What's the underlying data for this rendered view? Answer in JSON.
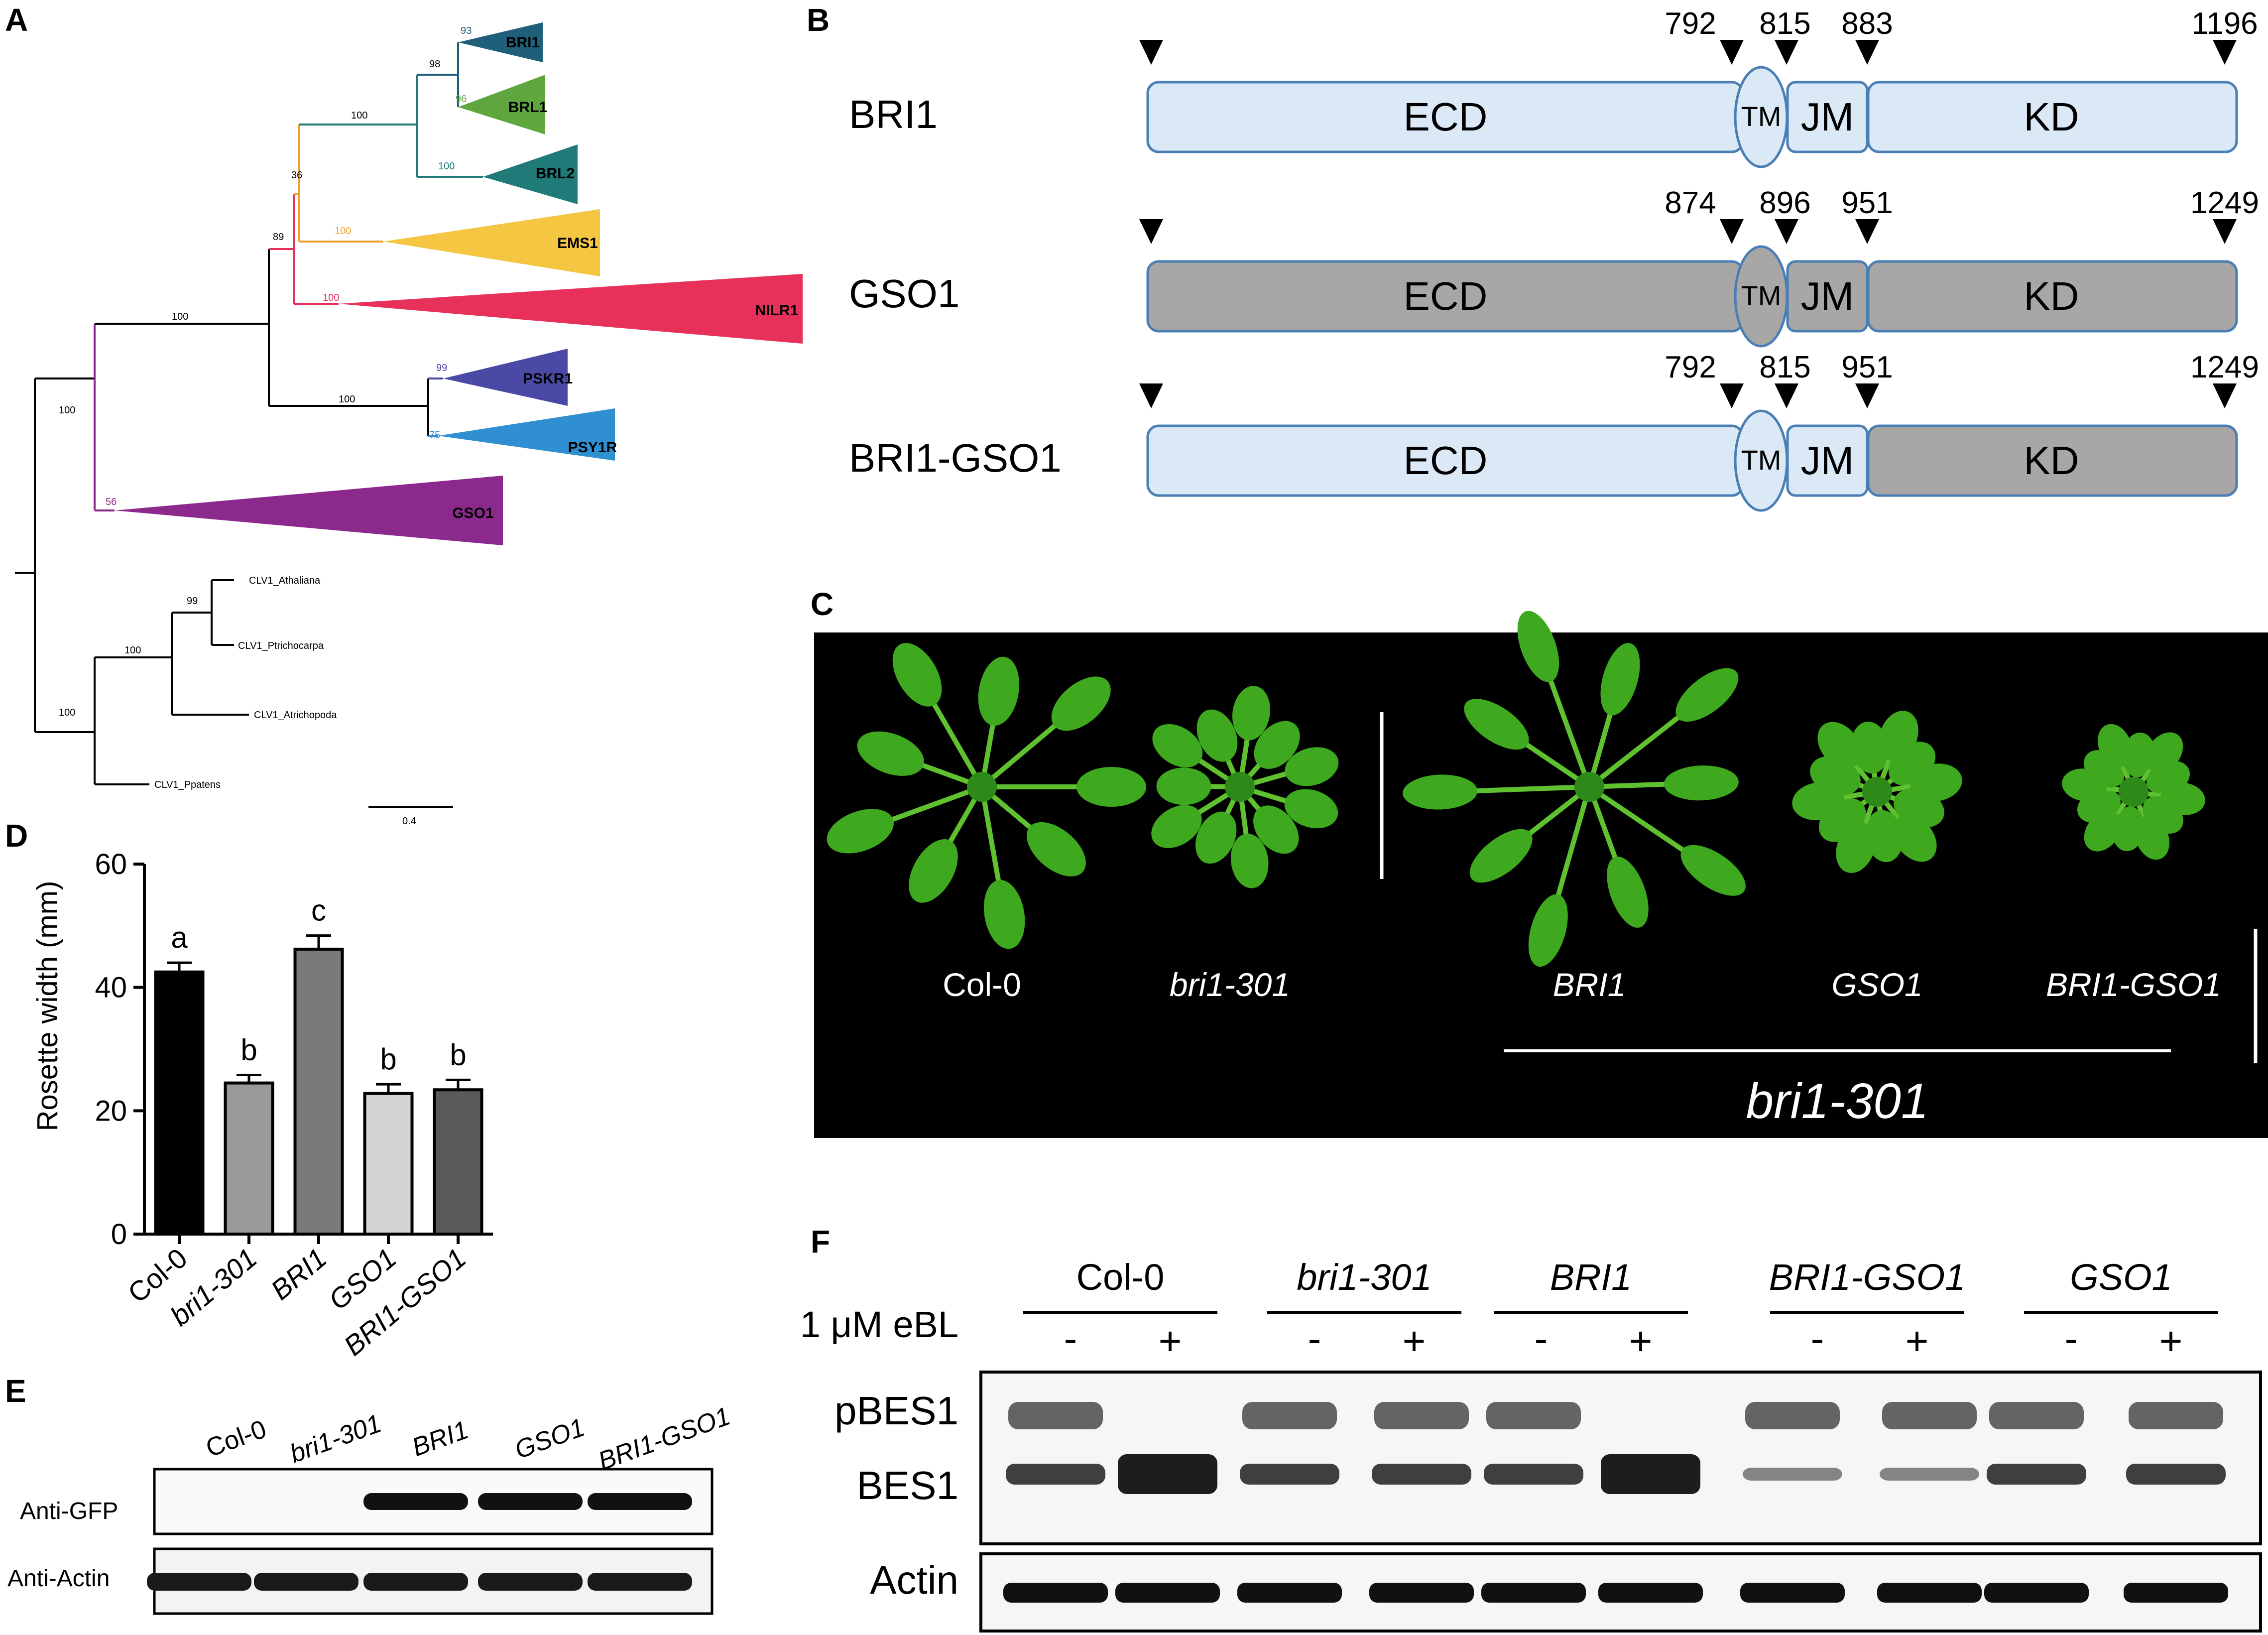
{
  "panels": {
    "a": "A",
    "b": "B",
    "c": "C",
    "d": "D",
    "e": "E",
    "f": "F"
  },
  "tree": {
    "clades": [
      {
        "name": "BRI1",
        "color": "#1f5f7a"
      },
      {
        "name": "BRL1",
        "color": "#5fa63f"
      },
      {
        "name": "BRL2",
        "color": "#1f7a78"
      },
      {
        "name": "EMS1",
        "color": "#f5c642"
      },
      {
        "name": "NILR1",
        "color": "#e8315a"
      },
      {
        "name": "PSKR1",
        "color": "#4a4aa6"
      },
      {
        "name": "PSY1R",
        "color": "#2f8fd0"
      },
      {
        "name": "GSO1",
        "color": "#8b2a8c"
      }
    ],
    "leaves": [
      "CLV1_Athaliana",
      "CLV1_Ptrichocarpa",
      "CLV1_Atrichopoda",
      "CLV1_Ppatens"
    ],
    "bootstrap": {
      "bri1": "93",
      "brl1": "96",
      "bri1_brl1": "98",
      "brl2": "100",
      "bri_group": "100",
      "ems1": "100",
      "ems_node": "36",
      "nilr1": "100",
      "nilr_node": "89",
      "psk_node": "100",
      "pskr1": "99",
      "psy1r": "75",
      "core": "100",
      "gso1": "56",
      "root": "100",
      "clv_ath_ptri": "99",
      "clv_atri": "100",
      "clv_pp": "100"
    },
    "scale_label": "0.4"
  },
  "domains": {
    "rows": [
      {
        "name": "BRI1",
        "ecd_color": "#dbe9f7",
        "tm_color": "#dbe9f7",
        "jm_color": "#dbe9f7",
        "kd_color": "#dbe9f7",
        "pos": [
          "792",
          "815",
          "883",
          "1196"
        ]
      },
      {
        "name": "GSO1",
        "ecd_color": "#a9a6a6",
        "tm_color": "#a9a6a6",
        "jm_color": "#a9a6a6",
        "kd_color": "#a9a6a6",
        "pos": [
          "874",
          "896",
          "951",
          "1249"
        ]
      },
      {
        "name": "BRI1-GSO1",
        "ecd_color": "#dbe9f7",
        "tm_color": "#dbe9f7",
        "jm_color": "#dbe9f7",
        "kd_color": "#a9a6a6",
        "pos": [
          "792",
          "815",
          "951",
          "1249"
        ]
      }
    ],
    "labels": {
      "ecd": "ECD",
      "tm": "TM",
      "jm": "JM",
      "kd": "KD"
    }
  },
  "photo": {
    "labels": [
      "Col-0",
      "bri1-301",
      "BRI1",
      "GSO1",
      "BRI1-GSO1"
    ],
    "group_label": "bri1-301"
  },
  "chart_data": {
    "type": "bar",
    "categories": [
      "Col-0",
      "bri1-301",
      "BRI1",
      "GSO1",
      "BRI1-GSO1"
    ],
    "values": [
      42.5,
      24.5,
      46.2,
      22.8,
      23.4
    ],
    "errors": [
      1.5,
      1.3,
      2.2,
      1.5,
      1.6
    ],
    "letters": [
      "a",
      "b",
      "c",
      "b",
      "b"
    ],
    "colors": [
      "#000000",
      "#9a9a9a",
      "#7a7a7a",
      "#d3d3d3",
      "#5a5a5a"
    ],
    "ylabel": "Rosette width (mm)",
    "ylim": [
      0,
      60
    ],
    "yticks": [
      "0",
      "20",
      "40",
      "60"
    ]
  },
  "blot_e": {
    "lanes": [
      "Col-0",
      "bri1-301",
      "BRI1",
      "GSO1",
      "BRI1-GSO1"
    ],
    "rows": [
      "Anti-GFP",
      "Anti-Actin"
    ]
  },
  "blot_f": {
    "genotypes": [
      "Col-0",
      "bri1-301",
      "BRI1",
      "BRI1-GSO1",
      "GSO1"
    ],
    "treatment": "1 μM eBL",
    "minus": "-",
    "plus": "+",
    "rows": [
      "pBES1",
      "BES1",
      "Actin"
    ]
  }
}
